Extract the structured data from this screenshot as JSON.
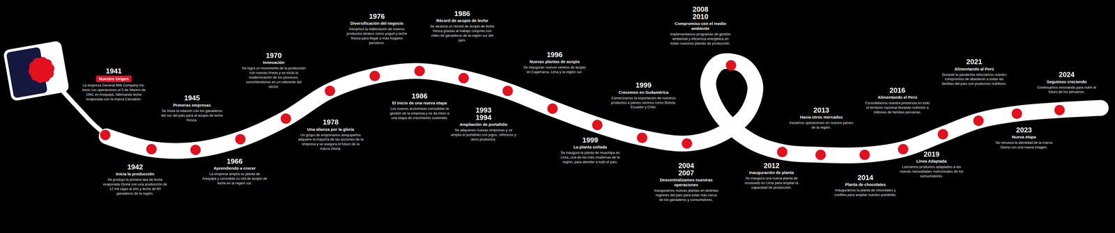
{
  "diagram": {
    "nodes": [
      {
        "text": [
          "1941",
          "Nuestro Origen",
          "La empresa General Milk Company Inc. inició sus operaciones el 5 de febrero de 1941 en Arequipa, fabricando leche evaporada con la marca Carnation."
        ]
      },
      {
        "text": [
          "1942",
          "Inicia la producción",
          "Se produjo la primera lata de leche evaporada Gloria con una producción de 12 mil cajas al año y leche de 60 ganaderos de la región."
        ]
      },
      {
        "text": [
          "1945",
          "Primeras empresas",
          "Se inicia la relación con los ganaderos del sur del país para el acopio de leche fresca."
        ]
      },
      {
        "text": [
          "1966",
          "Aprendiendo a crecer",
          "La empresa amplía su planta de Arequipa y consolida su red de acopio de leche en la región sur."
        ]
      },
      {
        "text": [
          "1970",
          "Innovación",
          "Se logra un incremento de la producción con nuevas líneas y se inicia la modernización de los procesos, convirtiéndonos en un referente del sector."
        ]
      },
      {
        "text": [
          "1978",
          "Una alianza por la gloria",
          "Un grupo de empresarios arequipeños adquiere la mayoría de las acciones de la empresa y se asegura el futuro de la marca Gloria."
        ]
      },
      {
        "text": [
          "1976",
          "Diversificación del negocio",
          "Iniciamos la elaboración de nuevos productos lácteos como yogurt y leche fresca para llegar a más hogares peruanos."
        ]
      },
      {
        "text": [
          "1986",
          "El inicio de una nueva etapa",
          "Los nuevos accionistas consolidan la gestión de la empresa y se da inicio a una etapa de crecimiento sostenido."
        ]
      },
      {
        "text": [
          "1986",
          "Récord de acopio de leche",
          "Se alcanza un récord de acopio de leche fresca gracias al trabajo conjunto con miles de ganaderos de la región sur del país."
        ]
      },
      {
        "text": [
          "1993 1994",
          "Ampliación de portafolio",
          "Se adquieren nuevas empresas y se amplía el portafolio con jugos, refrescos y otros productos."
        ]
      },
      {
        "text": [
          "1996",
          "Nuevas plantas de acopio",
          "Se inauguran nuevos centros de acopio en Cajamarca, Lima y la región sur."
        ]
      },
      {
        "text": [
          "1999",
          "La planta soñada",
          "Se inaugura la planta de Huachipa en Lima, una de las más modernas de la región, para atender a todo el país."
        ]
      },
      {
        "text": [
          "1999",
          "Crecemos en Sudamérica",
          "Comenzamos la exportación de nuestros productos a países vecinos como Bolivia, Ecuador y Chile."
        ]
      },
      {
        "text": [
          "2004 2007",
          "Descentralizamos nuestras operaciones",
          "Inauguramos nuevas plantas en distintas regiones del país para estar más cerca de los ganaderos y consumidores."
        ]
      },
      {
        "text": [
          "2008 2010",
          "Compromiso con el medio ambiente",
          "Implementamos programas de gestión ambiental y eficiencia energética en todas nuestras plantas de producción."
        ]
      },
      {
        "text": [
          "2012",
          "Inauguración de planta",
          "Se inaugura una nueva planta de envasado en Lima para ampliar la capacidad de producción."
        ]
      },
      {
        "text": [
          "2013",
          "Hacia otros mercados",
          "Iniciamos operaciones en nuevos países de la región."
        ]
      },
      {
        "text": [
          "2014",
          "Planta de chocolates",
          "Inauguramos la planta de chocolates y confites para ampliar nuestro portafolio."
        ]
      },
      {
        "text": [
          "2016",
          "Alimentando el Perú",
          "Consolidamos nuestra presencia en todo el territorio nacional llevando nutrición a millones de familias peruanas."
        ]
      },
      {
        "text": [
          "2019",
          "Línea Adaptada",
          "Lanzamos productos adaptados a las nuevas necesidades nutricionales de los consumidores."
        ]
      },
      {
        "text": [
          "2021",
          "Alimentando al Perú",
          "Durante la pandemia reforzamos nuestro compromiso de abastecer a todas las familias del país con productos nutritivos."
        ]
      },
      {
        "text": [
          "2023",
          "Nueva etapa",
          "Se renueva la identidad de la marca Gloria con una nueva imagen."
        ]
      },
      {
        "text": [
          "2024",
          "Seguimos creciendo",
          "Continuamos innovando para nutrir el futuro de los peruanos."
        ]
      }
    ]
  }
}
